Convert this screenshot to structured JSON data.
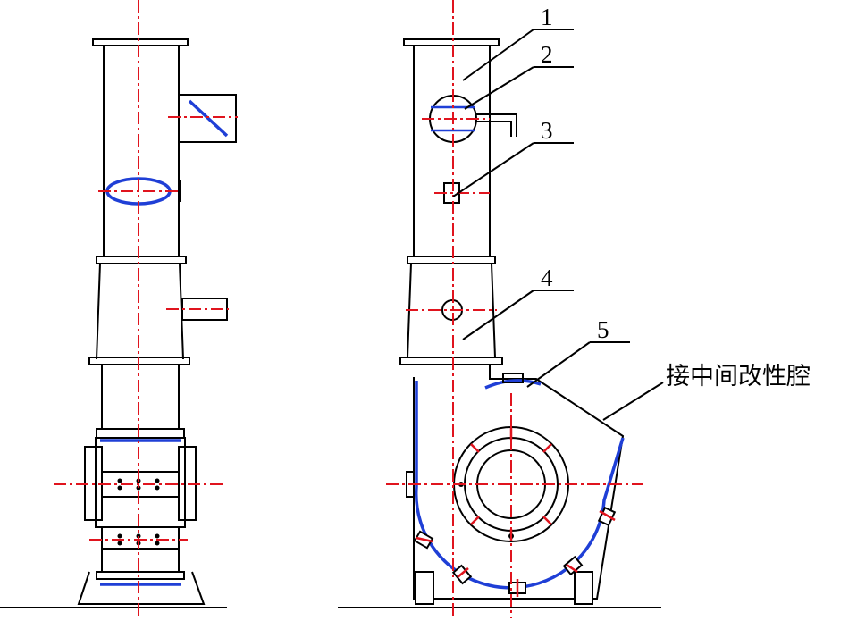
{
  "callouts": [
    {
      "id": "1",
      "label": "1"
    },
    {
      "id": "2",
      "label": "2"
    },
    {
      "id": "3",
      "label": "3"
    },
    {
      "id": "4",
      "label": "4"
    },
    {
      "id": "5",
      "label": "5"
    }
  ],
  "annotation": {
    "text": "接中间改性腔"
  },
  "colors": {
    "outline": "#000000",
    "centerline": "#e0141e",
    "highlight": "#1f3fd6"
  }
}
